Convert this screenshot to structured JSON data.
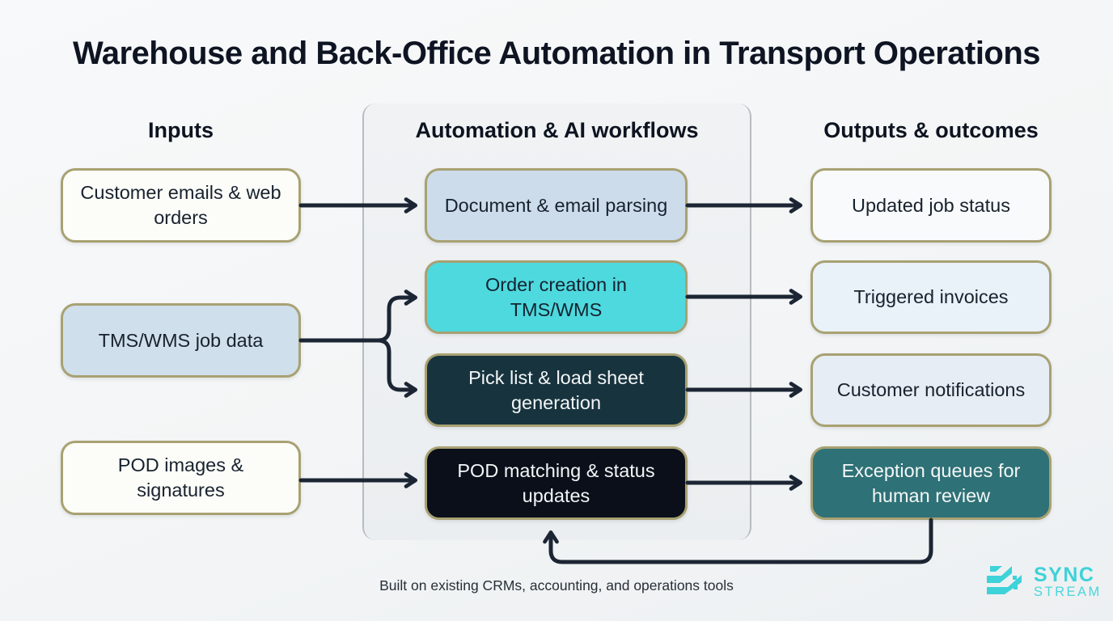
{
  "title": "Warehouse and Back-Office Automation in Transport Operations",
  "columns": {
    "inputs": {
      "header": "Inputs",
      "boxes": [
        {
          "label": "Customer emails & web orders"
        },
        {
          "label": "TMS/WMS job data"
        },
        {
          "label": "POD images & signatures"
        }
      ]
    },
    "workflows": {
      "header": "Automation & AI workflows",
      "boxes": [
        {
          "label": "Document & email parsing"
        },
        {
          "label": "Order creation in TMS/WMS"
        },
        {
          "label": "Pick list & load sheet generation"
        },
        {
          "label": "POD matching & status updates"
        }
      ]
    },
    "outputs": {
      "header": "Outputs & outcomes",
      "boxes": [
        {
          "label": "Updated job status"
        },
        {
          "label": "Triggered invoices"
        },
        {
          "label": "Customer notifications"
        },
        {
          "label": "Exception queues for human review"
        }
      ]
    }
  },
  "flows": [
    {
      "from": "Customer emails & web orders",
      "to": "Document & email parsing"
    },
    {
      "from": "TMS/WMS job data",
      "to": "Order creation in TMS/WMS"
    },
    {
      "from": "TMS/WMS job data",
      "to": "Pick list & load sheet generation"
    },
    {
      "from": "POD images & signatures",
      "to": "POD matching & status updates"
    },
    {
      "from": "Document & email parsing",
      "to": "Updated job status"
    },
    {
      "from": "Order creation in TMS/WMS",
      "to": "Triggered invoices"
    },
    {
      "from": "Pick list & load sheet generation",
      "to": "Customer notifications"
    },
    {
      "from": "POD matching & status updates",
      "to": "Exception queues for human review"
    },
    {
      "from": "Exception queues for human review",
      "to": "POD matching & status updates",
      "type": "feedback"
    }
  ],
  "footer": {
    "note": "Built on existing CRMs, accounting, and operations tools"
  },
  "logo": {
    "name": "SYNC",
    "sub": "STREAM"
  },
  "colors": {
    "background": "#f3f5f6",
    "panel_grey": "#edeff1",
    "box_border_olive": "#a8a172",
    "arrow_navy": "#1c2533",
    "workflow_light_blue": "#ccdcea",
    "workflow_cyan": "#4ed9de",
    "workflow_dark_teal": "#17333e",
    "workflow_navy": "#0a0f1a",
    "output_teal": "#2e7176",
    "logo_cyan": "#3ed2d9"
  }
}
